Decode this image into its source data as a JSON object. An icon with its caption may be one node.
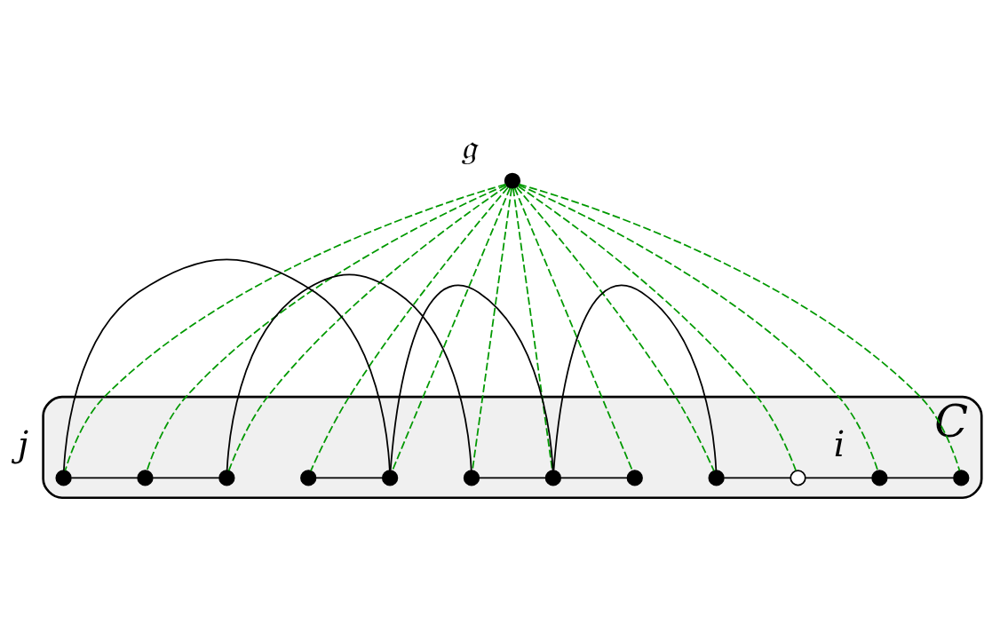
{
  "diagram": {
    "nodes": [
      {
        "text": [],
        "shape": "dot",
        "beside": [
          "𝔤"
        ]
      },
      {
        "text": [
          "C"
        ]
      },
      {
        "text": [],
        "shape": "dot",
        "in": 1
      },
      {
        "text": [],
        "shape": "dot",
        "in": 1,
        "beside": [
          "i"
        ]
      },
      {
        "text": [],
        "shape": "circle",
        "in": 1
      },
      {
        "text": [],
        "shape": "dot",
        "in": 1
      },
      {
        "text": [],
        "shape": "dot",
        "in": 1
      },
      {
        "text": [],
        "shape": "dot",
        "in": 1
      },
      {
        "text": [],
        "shape": "dot",
        "in": 1
      },
      {
        "text": [],
        "shape": "dot",
        "in": 1
      },
      {
        "text": [],
        "shape": "dot",
        "in": 1
      },
      {
        "text": [],
        "shape": "dot",
        "in": 1
      },
      {
        "text": [],
        "shape": "dot",
        "in": 1
      },
      {
        "text": [],
        "shape": "dot",
        "in": 1,
        "beside": [
          "j"
        ]
      }
    ],
    "edges": [
      {
        "from": 2,
        "to": 3,
        "arrow": "none"
      },
      {
        "from": 3,
        "to": 4,
        "arrow": "none"
      },
      {
        "from": 4,
        "to": 5,
        "arrow": "none"
      },
      {
        "from": 5,
        "to": 7,
        "arrow": "none"
      },
      {
        "from": 7,
        "to": 6,
        "arrow": "none"
      },
      {
        "from": 7,
        "to": 9,
        "arrow": "none"
      },
      {
        "from": 7,
        "to": 8,
        "arrow": "none"
      },
      {
        "from": 9,
        "to": 10,
        "arrow": "none"
      },
      {
        "from": 9,
        "to": 13,
        "arrow": "none"
      },
      {
        "from": 8,
        "to": 11,
        "arrow": "none"
      },
      {
        "from": 11,
        "to": 12,
        "arrow": "none"
      },
      {
        "from": 12,
        "to": 13,
        "arrow": "none"
      },
      {
        "from": 0,
        "to": 2,
        "arrow": "none",
        "style": "dashed",
        "color": "#009900"
      },
      {
        "from": 0,
        "to": 3,
        "arrow": "none",
        "style": "dashed",
        "color": "#009900"
      },
      {
        "from": 0,
        "to": 4,
        "arrow": "none",
        "style": "dashed",
        "color": "#009900"
      },
      {
        "from": 0,
        "to": 5,
        "arrow": "none",
        "style": "dashed",
        "color": "#009900"
      },
      {
        "from": 0,
        "to": 6,
        "arrow": "none",
        "style": "dashed",
        "color": "#009900"
      },
      {
        "from": 0,
        "to": 7,
        "arrow": "none",
        "style": "dashed",
        "color": "#009900"
      },
      {
        "from": 0,
        "to": 9,
        "arrow": "none",
        "style": "dashed",
        "color": "#009900"
      },
      {
        "from": 0,
        "to": 10,
        "arrow": "none",
        "style": "dashed",
        "color": "#009900"
      },
      {
        "from": 0,
        "to": 8,
        "arrow": "none",
        "style": "dashed",
        "color": "#009900"
      },
      {
        "from": 0,
        "to": 11,
        "arrow": "none",
        "style": "dashed",
        "color": "#009900"
      },
      {
        "from": 0,
        "to": 13,
        "arrow": "none",
        "style": "dashed",
        "color": "#009900"
      },
      {
        "from": 0,
        "to": 12,
        "arrow": "none",
        "style": "dashed",
        "color": "#009900"
      }
    ]
  }
}
